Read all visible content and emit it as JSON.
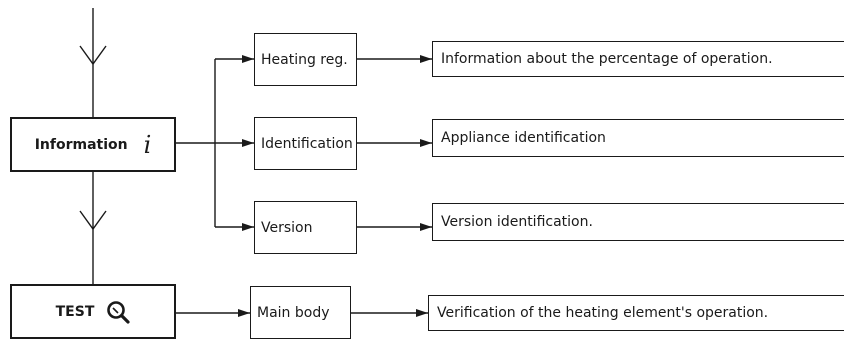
{
  "nodes": {
    "information": {
      "label": "Information",
      "symbol": "i"
    },
    "test": {
      "label": "TEST",
      "icon": "magnifier-icon"
    },
    "heating_reg": {
      "label": "Heating reg."
    },
    "identification": {
      "label": "Identification"
    },
    "version": {
      "label": "Version"
    },
    "main_body": {
      "label": "Main body"
    }
  },
  "descriptions": {
    "heating_reg": "Information about the percentage of operation.",
    "identification": "Appliance identification",
    "version": "Version identification.",
    "main_body": "Verification of the heating element's operation."
  }
}
